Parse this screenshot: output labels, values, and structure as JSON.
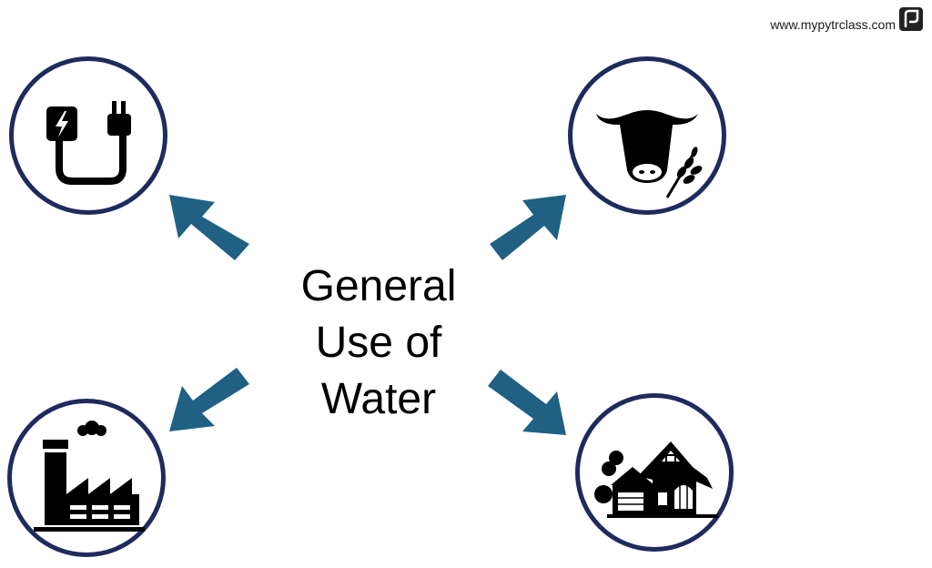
{
  "brand": {
    "url_text": "www.mypytrclass.com"
  },
  "center": {
    "line1": "General",
    "line2": "Use of",
    "line3": "Water"
  },
  "nodes": [
    {
      "id": "electricity",
      "icon": "power-plug-icon"
    },
    {
      "id": "agriculture",
      "icon": "cow-wheat-icon"
    },
    {
      "id": "industry",
      "icon": "factory-icon"
    },
    {
      "id": "domestic",
      "icon": "house-icon"
    }
  ],
  "colors": {
    "arrow": "#1f6083",
    "circle_border": "#1f2a5e",
    "icon": "#000000"
  }
}
